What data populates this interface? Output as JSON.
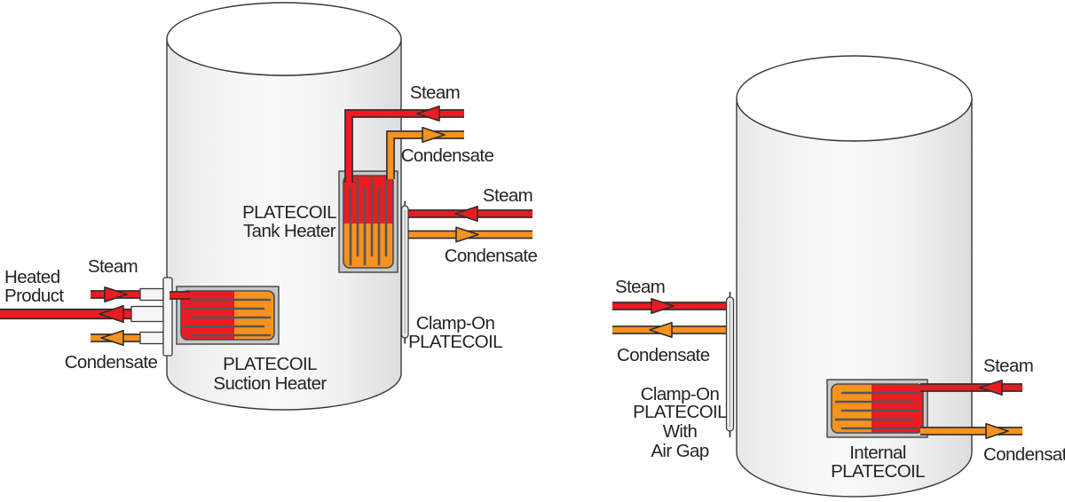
{
  "colors": {
    "steam_red": "#ec1b21",
    "condensate_orange": "#f6921e",
    "pipe_outline": "#2d2d2d",
    "tank_outline": "#3a3a3a",
    "heater_frame_gray": "#c7c8ca",
    "coil_line_gray": "#54565b",
    "text": "#262422"
  },
  "left_diagram": {
    "tank_heater": {
      "steam_label": "Steam",
      "condensate_label": "Condensate",
      "title_line1": "PLATECOIL",
      "title_line2": "Tank Heater"
    },
    "clamp_on": {
      "steam_label": "Steam",
      "condensate_label": "Condensate",
      "title_line1": "Clamp-On",
      "title_line2": "PLATECOIL"
    },
    "suction_heater": {
      "steam_label": "Steam",
      "condensate_label": "Condensate",
      "heated_product_line1": "Heated",
      "heated_product_line2": "Product",
      "title_line1": "PLATECOIL",
      "title_line2": "Suction Heater"
    }
  },
  "right_diagram": {
    "clamp_on_air_gap": {
      "steam_label": "Steam",
      "condensate_label": "Condensate",
      "title_line1": "Clamp-On",
      "title_line2": "PLATECOIL",
      "title_line3": "With",
      "title_line4": "Air Gap"
    },
    "internal_platecoil": {
      "steam_label": "Steam",
      "condensate_label": "Condensate",
      "title_line1": "Internal",
      "title_line2": "PLATECOIL"
    }
  }
}
